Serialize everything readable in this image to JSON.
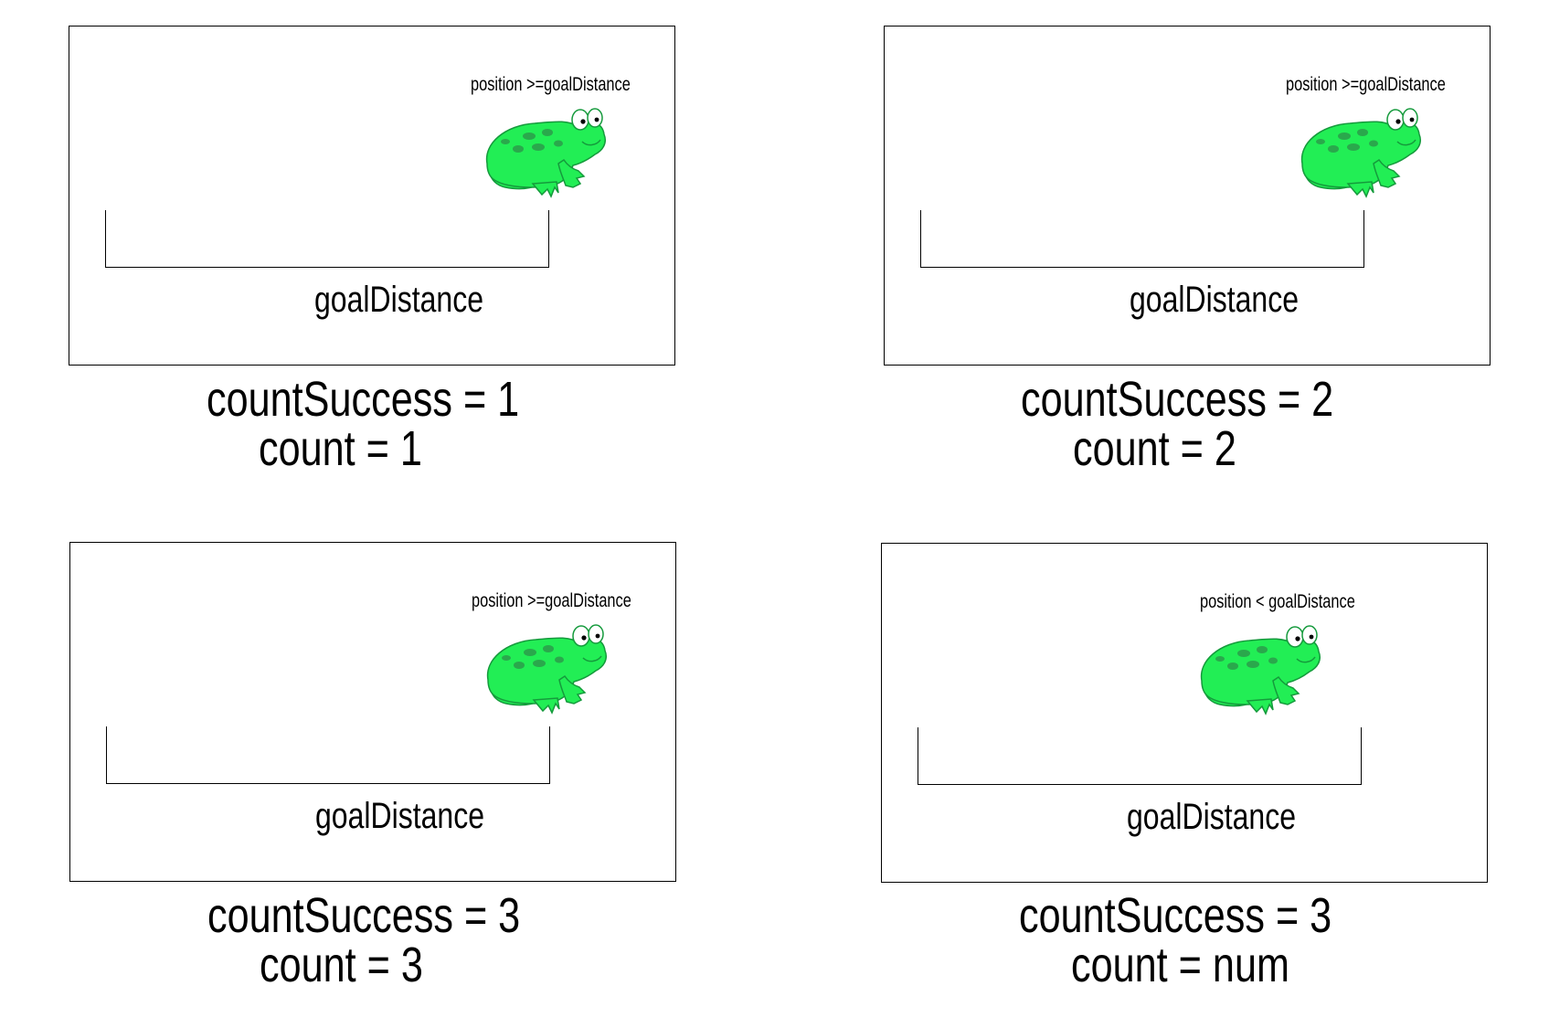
{
  "colors": {
    "frog_body": "#22ee55",
    "frog_spots": "#2aa84c",
    "frame": "#000000",
    "background": "#ffffff"
  },
  "icons": {
    "frog": "frog-icon"
  },
  "panels": [
    {
      "condition": "position >=goalDistance",
      "goal_label": "goalDistance",
      "count_success": "countSuccess = 1",
      "count": "count = 1"
    },
    {
      "condition": "position >=goalDistance",
      "goal_label": "goalDistance",
      "count_success": "countSuccess = 2",
      "count": "count = 2"
    },
    {
      "condition": "position >=goalDistance",
      "goal_label": "goalDistance",
      "count_success": "countSuccess = 3",
      "count": "count = 3"
    },
    {
      "condition": "position < goalDistance",
      "goal_label": "goalDistance",
      "count_success": "countSuccess = 3",
      "count": "count = num"
    }
  ]
}
